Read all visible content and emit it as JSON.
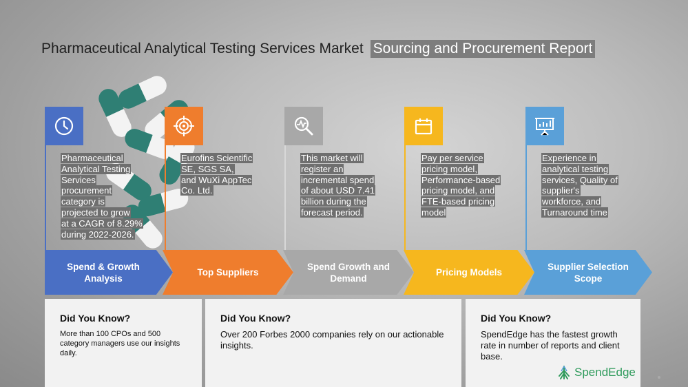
{
  "header": {
    "title": "Pharmaceutical Analytical Testing Services Market",
    "report_label": "Sourcing and Procurement Report"
  },
  "colors": {
    "blue": "#4a6fc4",
    "orange": "#ef7d2d",
    "gray": "#a8a8a8",
    "yellow": "#f6b71e",
    "light_blue": "#5aa0d8"
  },
  "sections": [
    {
      "icon": "clock-icon",
      "description_lines": [
        "Pharmaceutical",
        "Analytical Testing",
        "Services",
        "procurement",
        "category is",
        "projected to grow",
        "at a CAGR of 8.29%",
        "during 2022-2026."
      ],
      "chevron_label": "Spend & Growth Analysis"
    },
    {
      "icon": "target-icon",
      "description_lines": [
        "Eurofins Scientific",
        "SE, SGS SA,",
        "and WuXi AppTec",
        "Co. Ltd."
      ],
      "chevron_label": "Top Suppliers"
    },
    {
      "icon": "magnifier-chart-icon",
      "description_lines": [
        "This market will",
        "register an",
        "incremental spend",
        "of about USD 7.41",
        "billion during the",
        "forecast period."
      ],
      "chevron_label": "Spend Growth and Demand"
    },
    {
      "icon": "calendar-icon",
      "description_lines": [
        "Pay per service",
        "pricing model,",
        "Performance-based",
        "pricing model, and",
        "FTE-based pricing",
        "model"
      ],
      "chevron_label": "Pricing Models"
    },
    {
      "icon": "presentation-icon",
      "description_lines": [
        "Experience in",
        "analytical testing",
        "services, Quality of",
        "supplier's",
        "workforce, and",
        "Turnaround time"
      ],
      "chevron_label": "Supplier Selection Scope"
    }
  ],
  "cards": [
    {
      "heading": "Did You Know?",
      "text": "More than 100 CPOs and 500 category managers use our insights daily."
    },
    {
      "heading": "Did You Know?",
      "text": "Over 200 Forbes 2000 companies rely on our actionable insights."
    },
    {
      "heading": "Did You Know?",
      "text": "SpendEdge has the fastest growth rate in number of reports and client base."
    }
  ],
  "logo": {
    "text": "SpendEdge"
  }
}
